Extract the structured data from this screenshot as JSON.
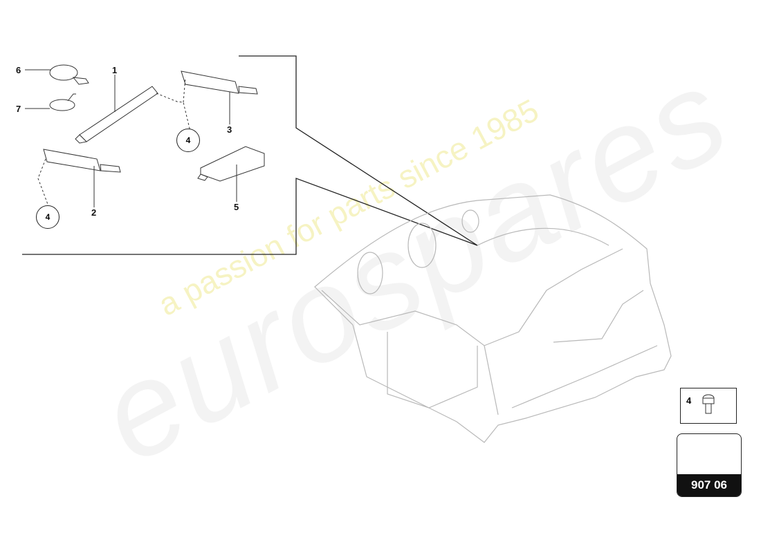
{
  "watermark": {
    "logo": "eurospares",
    "tagline": "a passion for parts since 1985"
  },
  "detail_panel": {
    "labels": [
      {
        "id": "1",
        "text": "1"
      },
      {
        "id": "2",
        "text": "2"
      },
      {
        "id": "3",
        "text": "3"
      },
      {
        "id": "5",
        "text": "5"
      },
      {
        "id": "6",
        "text": "6"
      },
      {
        "id": "7",
        "text": "7"
      }
    ],
    "circled_refs": [
      {
        "text": "4"
      },
      {
        "text": "4"
      }
    ]
  },
  "legend": {
    "part_number": "4",
    "part_icon": "screw-icon"
  },
  "navigation": {
    "icon": "arrow-icon",
    "page_code": "907 06"
  }
}
